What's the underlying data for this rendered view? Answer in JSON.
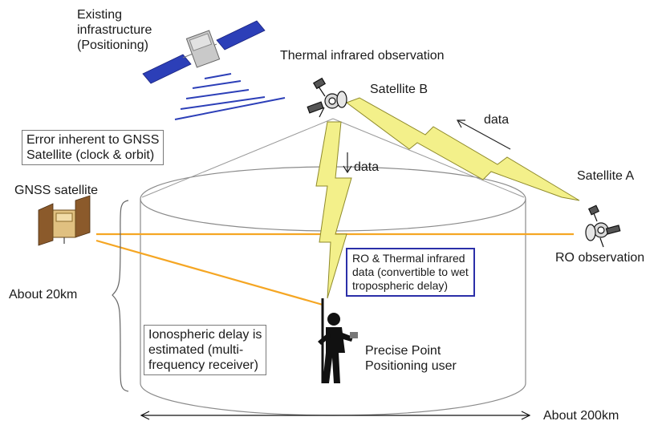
{
  "labels": {
    "existing_infra": [
      "Existing",
      "infrastructure",
      "(Positioning)"
    ],
    "thermal_ir": "Thermal infrared observation",
    "satellite_b": "Satellite B",
    "data_top": "data",
    "data_down": "data",
    "satellite_a": "Satellite A",
    "gnss_satellite": "GNSS satellite",
    "ro_observation": "RO observation",
    "about_20km": "About 20km",
    "about_200km": "About 200km",
    "ppp_user": [
      "Precise Point",
      "Positioning user"
    ]
  },
  "boxes": {
    "gnss_error": [
      "Error inherent to GNSS",
      "Satellite (clock & orbit)"
    ],
    "ro_thermal": [
      "RO & Thermal infrared",
      "data (convertible to wet",
      "tropospheric delay)"
    ],
    "ionospheric": [
      "Ionospheric delay is",
      "estimated (multi-",
      "frequency receiver)"
    ]
  },
  "colors": {
    "signal_orange": "#f5a623",
    "lightning_yellow": "#f3f08a",
    "lightning_outline": "#8f8a2a",
    "solar_panel_blue": "#2c3fb8",
    "box_border_blue": "#2b2fa8",
    "cylinder_gray": "#8a8a8a"
  },
  "icons": [
    "satellite-icon",
    "gnss-satellite-icon",
    "person-with-antenna-icon",
    "lightning-data-link-icon"
  ]
}
